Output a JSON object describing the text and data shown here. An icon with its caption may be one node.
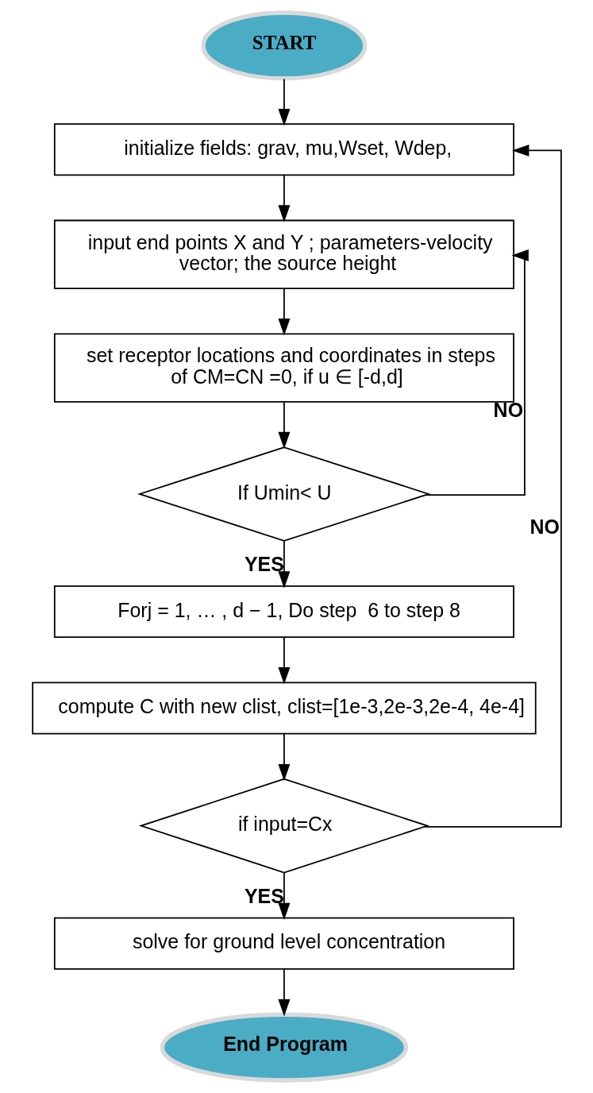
{
  "diagram": {
    "nodes": [
      {
        "text": [
          "START"
        ]
      },
      {
        "text": [
          "initialize fields: grav, mu,Wset, Wdep,"
        ]
      },
      {
        "text": [
          "input end points X and Y ; parameters-velocity vector; the source height"
        ]
      },
      {
        "text": [
          "set receptor locations and coordinates in steps of CM=CN =0, if u ∈ [-d,d]"
        ]
      },
      {
        "text": [
          "If Umin< U"
        ]
      },
      {
        "text": [
          "Forj = 1, … , d − 1, Do step  6 to step 8"
        ]
      },
      {
        "text": [
          "compute C with new clist, clist=[1e-3,2e-3,2e-4, 4e-4]"
        ]
      },
      {
        "text": [
          "if input=Cx"
        ]
      },
      {
        "text": [
          "solve for ground level concentration"
        ]
      },
      {
        "text": [
          "End Program"
        ]
      }
    ],
    "edges": [
      {
        "from": 0,
        "to": 1,
        "arrow": "to"
      },
      {
        "from": 1,
        "to": 2,
        "arrow": "to"
      },
      {
        "from": 2,
        "to": 3,
        "arrow": "to"
      },
      {
        "from": 3,
        "to": 4,
        "arrow": "to"
      },
      {
        "from": 4,
        "to": 2,
        "arrow": "to",
        "label": "NO"
      },
      {
        "from": 4,
        "to": 5,
        "arrow": "to",
        "label": "YES"
      },
      {
        "from": 5,
        "to": 6,
        "arrow": "to"
      },
      {
        "from": 6,
        "to": 7,
        "arrow": "to"
      },
      {
        "from": 7,
        "to": 1,
        "arrow": "to",
        "label": "NO"
      },
      {
        "from": 7,
        "to": 8,
        "arrow": "to",
        "label": "YES"
      },
      {
        "from": 8,
        "to": 9,
        "arrow": "to"
      }
    ]
  }
}
